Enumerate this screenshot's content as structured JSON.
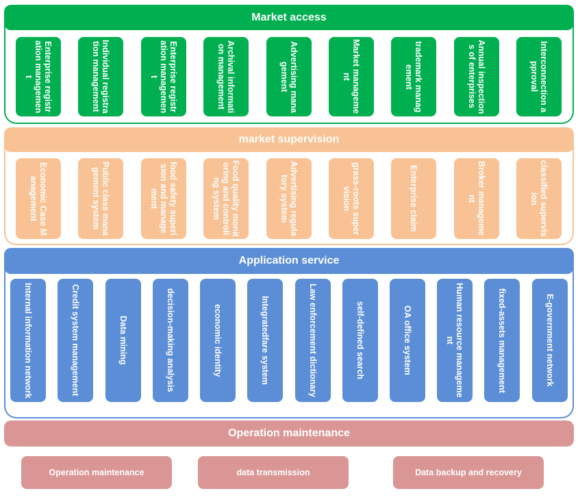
{
  "market_access": {
    "title": "Market access",
    "items": [
      "Enterprise registration management",
      "Individual registration management",
      "Enterprise registration management",
      "Archival information management",
      "Advertising management",
      "Market management",
      "trademark management",
      "Annual inspections of enterprises",
      "Interconnection approval"
    ]
  },
  "market_supervision": {
    "title": "market supervision",
    "items": [
      "Economic Case Management",
      "Public class management system",
      "food safety superision and management",
      "Food quality monitoring and controling system",
      "Advertising regulatory system",
      "grass-roots supervision",
      "Enterprise claim",
      "Broker management",
      "classified supervision"
    ]
  },
  "application_service": {
    "title": "Application service",
    "items": [
      "Internal information network",
      "Credit system management",
      "Data mining",
      "decision-making analysis",
      "economic identity",
      "Integratedfare system",
      "Law enforcement dictionary",
      "self-defined search",
      "OA office system",
      "Human resource management",
      "fixed-assets management",
      "E-government network"
    ]
  },
  "operation_maintenance": {
    "title": "Operation maintenance",
    "items": [
      "Operation maintenance",
      "data transmission",
      "Data backup and recovery"
    ]
  },
  "colors": {
    "market_access": "#00b050",
    "market_supervision": "#f8c294",
    "application_service": "#5b8ed6",
    "operation_maintenance": "#d99694"
  }
}
